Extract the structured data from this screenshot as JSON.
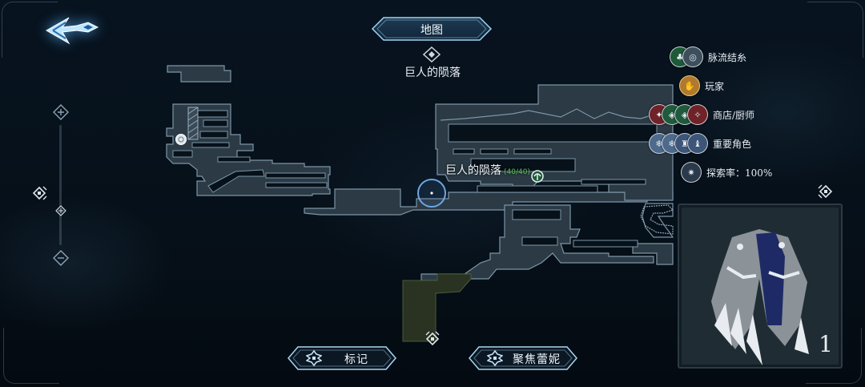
{
  "header": {
    "title": "地图",
    "region_name": "巨人的陨落"
  },
  "map": {
    "area_label": "巨人的陨落",
    "area_progress": "(40/40)",
    "colors": {
      "room_fill": "#2b3a45",
      "room_stroke": "#7d95a6",
      "unexplored_fill": "#2a3322",
      "player_ring": "#6fa6e0"
    }
  },
  "legend": {
    "items": [
      {
        "label": "脉流结糸",
        "icons": [
          "vein-tree-icon",
          "vein-swirl-icon"
        ],
        "colors": [
          "#1d5a3a",
          "#3d4e5c"
        ]
      },
      {
        "label": "玩家",
        "icons": [
          "player-icon"
        ],
        "colors": [
          "#b07a2e"
        ]
      },
      {
        "label": "商店/厨师",
        "icons": [
          "shop-icon",
          "merchant-icon",
          "merchant-icon-2",
          "chef-icon"
        ],
        "colors": [
          "#6e2328",
          "#1f5a3c",
          "#1f5a3c",
          "#6e2328"
        ]
      },
      {
        "label": "重要角色",
        "icons": [
          "npc-icon-1",
          "npc-icon-2",
          "npc-icon-3",
          "npc-icon-4"
        ],
        "colors": [
          "#4d6a8c",
          "#4d6a8c",
          "#3d5578",
          "#3d5578"
        ]
      },
      {
        "label": "探索率：100%",
        "icons": [
          "compass-icon"
        ],
        "colors": [
          "#2a3a4c"
        ]
      }
    ]
  },
  "item_panel": {
    "item_name_icon": "cloak-icon",
    "count": "1"
  },
  "buttons": {
    "mark": "标记",
    "focus": "聚焦蕾妮"
  }
}
